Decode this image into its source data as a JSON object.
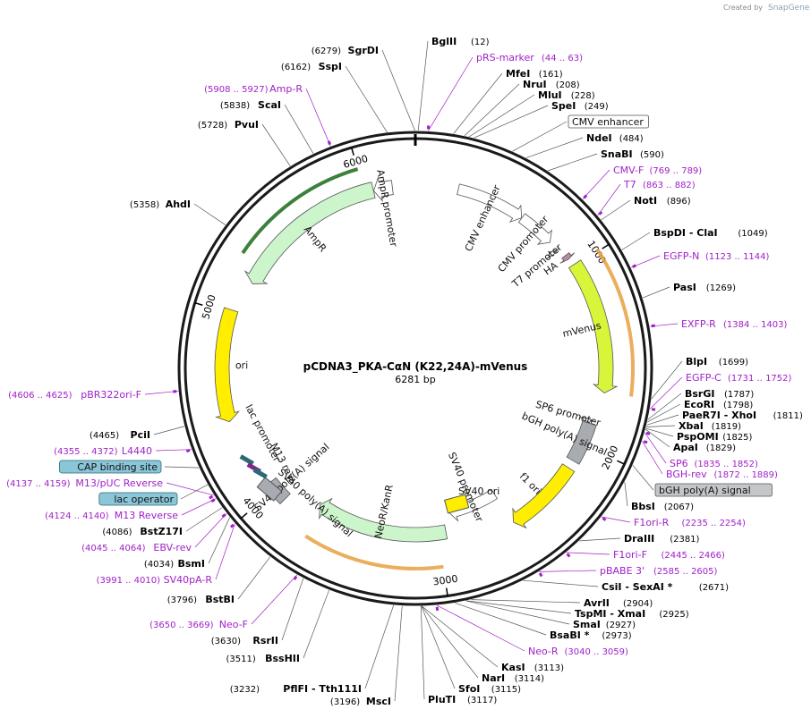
{
  "credit": {
    "prefix": "Created by",
    "brand": "SnapGene"
  },
  "plasmid": {
    "name": "pCDNA3_PKA-CαN (K22,24A)-mVenus",
    "length_label": "6281 bp",
    "length": 6281
  },
  "ticks": [
    {
      "label": "1000",
      "pos": 1000
    },
    {
      "label": "2000",
      "pos": 2000
    },
    {
      "label": "3000",
      "pos": 3000
    },
    {
      "label": "4000",
      "pos": 4000
    },
    {
      "label": "5000",
      "pos": 5000
    },
    {
      "label": "6000",
      "pos": 6000
    }
  ],
  "features": [
    {
      "name": "CMV enhancer",
      "start": 235,
      "end": 614,
      "dir": 1,
      "color": "#ffffff",
      "ring": "in"
    },
    {
      "name": "CMV promoter",
      "start": 615,
      "end": 818,
      "dir": 1,
      "color": "#ffffff",
      "ring": "in"
    },
    {
      "name": "T7 promoter",
      "start": 863,
      "end": 881,
      "dir": 1,
      "color": "#ffffff",
      "ring": "in"
    },
    {
      "name": "HA",
      "start": 925,
      "end": 951,
      "dir": 1,
      "color": "#b98aa8",
      "ring": "in"
    },
    {
      "name": "mVenus",
      "start": 990,
      "end": 1700,
      "dir": 1,
      "color": "#d8f53a",
      "ring": "in"
    },
    {
      "name": "SP6 promoter",
      "start": 1853,
      "end": 1870,
      "dir": -1,
      "color": "#ffffff",
      "ring": "in"
    },
    {
      "name": "bGH poly(A) signal",
      "start": 1876,
      "end": 2100,
      "dir": 0,
      "color": "#a8acb0",
      "ring": "in"
    },
    {
      "name": "f1 ori",
      "start": 2146,
      "end": 2574,
      "dir": 1,
      "color": "#ffee00",
      "ring": "in"
    },
    {
      "name": "SV40 promoter",
      "start": 2580,
      "end": 2909,
      "dir": 1,
      "color": "#ffffff",
      "ring": "in"
    },
    {
      "name": "NeoR/KanR",
      "start": 2956,
      "end": 3750,
      "dir": 1,
      "color": "#ccf5cc",
      "ring": "in"
    },
    {
      "name": "SV40 poly(A) signal",
      "start": 3924,
      "end": 4045,
      "dir": 0,
      "color": "#a8acb0",
      "ring": "in"
    },
    {
      "name": "ori",
      "start": 4431,
      "end": 5019,
      "dir": -1,
      "color": "#ffee00",
      "ring": "in"
    },
    {
      "name": "AmpR",
      "start": 5190,
      "end": 6050,
      "dir": -1,
      "color": "#ccf5cc",
      "ring": "in"
    },
    {
      "name": "AmpR promoter",
      "start": 6051,
      "end": 6155,
      "dir": -1,
      "color": "#ffffff",
      "ring": "in"
    },
    {
      "name": "SV40 ori",
      "start": 0,
      "end": 0,
      "dir": 0,
      "color": "#ffee00",
      "ring": "free"
    },
    {
      "name": "lac promoter",
      "start": 0,
      "end": 0,
      "dir": 0,
      "color": "#ffffff",
      "ring": "label"
    },
    {
      "name": "M13 rev",
      "start": 0,
      "end": 0,
      "dir": 0,
      "color": "#ffffff",
      "ring": "label"
    },
    {
      "name": "CAP binding site",
      "start": 0,
      "end": 0,
      "dir": 0,
      "color": "#8ac6d8",
      "ring": "badge"
    },
    {
      "name": "lac operator",
      "start": 0,
      "end": 0,
      "dir": 0,
      "color": "#8ac6d8",
      "ring": "badge"
    },
    {
      "name": "bGH poly(A) signal",
      "start": 0,
      "end": 0,
      "dir": 0,
      "color": "#a8acb0",
      "ring": "badge"
    }
  ],
  "outer_arcs": [
    {
      "name": "mVenus",
      "start": 990,
      "end": 1700,
      "color": "#e8a040",
      "dir": 1
    },
    {
      "name": "AmpR-outline",
      "start": 5300,
      "end": 6000,
      "color": "#1a6a1a",
      "dir": -1
    },
    {
      "name": "NeoR-outline",
      "start": 3000,
      "end": 3720,
      "color": "#e8a040",
      "dir": 1
    }
  ],
  "sites_right": [
    {
      "name": "BglII",
      "pos": "(12)",
      "kind": "enzyme",
      "at": 12
    },
    {
      "name": "pRS-marker",
      "pos": "(44 .. 63)",
      "kind": "primer",
      "at": 54
    },
    {
      "name": "MfeI",
      "pos": "(161)",
      "kind": "enzyme",
      "at": 161
    },
    {
      "name": "NruI",
      "pos": "(208)",
      "kind": "enzyme",
      "at": 208
    },
    {
      "name": "MluI",
      "pos": "(228)",
      "kind": "enzyme",
      "at": 228
    },
    {
      "name": "SpeI",
      "pos": "(249)",
      "kind": "enzyme",
      "at": 249
    },
    {
      "name": "CMV enhancer",
      "pos": "",
      "kind": "box",
      "at": 420
    },
    {
      "name": "NdeI",
      "pos": "(484)",
      "kind": "enzyme",
      "at": 484
    },
    {
      "name": "SnaBI",
      "pos": "(590)",
      "kind": "enzyme",
      "at": 590
    },
    {
      "name": "CMV-F",
      "pos": "(769 .. 789)",
      "kind": "primer",
      "at": 779
    },
    {
      "name": "T7",
      "pos": "(863 .. 882)",
      "kind": "primer",
      "at": 872
    },
    {
      "name": "NotI",
      "pos": "(896)",
      "kind": "enzyme",
      "at": 896
    },
    {
      "name": "BspDI - ClaI",
      "pos": "(1049)",
      "kind": "enzyme",
      "at": 1049
    },
    {
      "name": "EGFP-N",
      "pos": "(1123 .. 1144)",
      "kind": "primer",
      "at": 1133
    },
    {
      "name": "PasI",
      "pos": "(1269)",
      "kind": "enzyme",
      "at": 1269
    },
    {
      "name": "EXFP-R",
      "pos": "(1384 .. 1403)",
      "kind": "primer",
      "at": 1393
    },
    {
      "name": "BlpI",
      "pos": "(1699)",
      "kind": "enzyme",
      "at": 1699
    },
    {
      "name": "EGFP-C",
      "pos": "(1731 .. 1752)",
      "kind": "primer",
      "at": 1741
    },
    {
      "name": "BsrGI",
      "pos": "(1787)",
      "kind": "enzyme",
      "at": 1787
    },
    {
      "name": "EcoRI",
      "pos": "(1798)",
      "kind": "enzyme",
      "at": 1798
    },
    {
      "name": "PaeR7I - XhoI",
      "pos": "(1811)",
      "kind": "enzyme",
      "at": 1811
    },
    {
      "name": "XbaI",
      "pos": "(1819)",
      "kind": "enzyme",
      "at": 1819
    },
    {
      "name": "PspOMI",
      "pos": "(1825)",
      "kind": "enzyme",
      "at": 1825
    },
    {
      "name": "ApaI",
      "pos": "(1829)",
      "kind": "enzyme",
      "at": 1829
    },
    {
      "name": "SP6",
      "pos": "(1835 .. 1852)",
      "kind": "primer",
      "at": 1843
    },
    {
      "name": "BGH-rev",
      "pos": "(1872 .. 1889)",
      "kind": "primer",
      "at": 1880
    },
    {
      "name": "bGH poly(A) signal",
      "pos": "",
      "kind": "graybox",
      "at": 1990
    },
    {
      "name": "BbsI",
      "pos": "(2067)",
      "kind": "enzyme",
      "at": 2067
    },
    {
      "name": "F1ori-R",
      "pos": "(2235 .. 2254)",
      "kind": "primer",
      "at": 2244
    },
    {
      "name": "DraIII",
      "pos": "(2381)",
      "kind": "enzyme",
      "at": 2381
    },
    {
      "name": "F1ori-F",
      "pos": "(2445 .. 2466)",
      "kind": "primer",
      "at": 2455
    },
    {
      "name": "pBABE 3'",
      "pos": "(2585 .. 2605)",
      "kind": "primer",
      "at": 2595
    },
    {
      "name": "CsiI - SexAI *",
      "pos": "(2671)",
      "kind": "enzyme",
      "at": 2671
    },
    {
      "name": "AvrII",
      "pos": "(2904)",
      "kind": "enzyme",
      "at": 2904
    },
    {
      "name": "TspMI - XmaI",
      "pos": "(2925)",
      "kind": "enzyme",
      "at": 2925
    },
    {
      "name": "SmaI",
      "pos": "(2927)",
      "kind": "enzyme",
      "at": 2927
    },
    {
      "name": "BsaBI *",
      "pos": "(2973)",
      "kind": "enzyme",
      "at": 2973
    },
    {
      "name": "Neo-R",
      "pos": "(3040 .. 3059)",
      "kind": "primer",
      "at": 3050
    },
    {
      "name": "KasI",
      "pos": "(3113)",
      "kind": "enzyme",
      "at": 3113
    },
    {
      "name": "NarI",
      "pos": "(3114)",
      "kind": "enzyme",
      "at": 3114
    },
    {
      "name": "SfoI",
      "pos": "(3115)",
      "kind": "enzyme",
      "at": 3115
    },
    {
      "name": "PluTI",
      "pos": "(3117)",
      "kind": "enzyme",
      "at": 3117
    }
  ],
  "sites_left": [
    {
      "name": "SgrDI",
      "pos": "(6279)",
      "kind": "enzyme",
      "at": 6279
    },
    {
      "name": "SspI",
      "pos": "(6162)",
      "kind": "enzyme",
      "at": 6162
    },
    {
      "name": "Amp-R",
      "pos": "(5908 .. 5927)",
      "kind": "primer",
      "at": 5917
    },
    {
      "name": "ScaI",
      "pos": "(5838)",
      "kind": "enzyme",
      "at": 5838
    },
    {
      "name": "PvuI",
      "pos": "(5728)",
      "kind": "enzyme",
      "at": 5728
    },
    {
      "name": "AhdI",
      "pos": "(5358)",
      "kind": "enzyme",
      "at": 5358
    },
    {
      "name": "pBR322ori-F",
      "pos": "(4606 .. 4625)",
      "kind": "primer",
      "at": 4615
    },
    {
      "name": "PciI",
      "pos": "(4465)",
      "kind": "enzyme",
      "at": 4465
    },
    {
      "name": "L4440",
      "pos": "(4355 .. 4372)",
      "kind": "primer",
      "at": 4363
    },
    {
      "name": "CAP binding site",
      "pos": "",
      "kind": "bluebox",
      "at": 4280
    },
    {
      "name": "M13/pUC Reverse",
      "pos": "(4137 .. 4159)",
      "kind": "primer",
      "at": 4148
    },
    {
      "name": "lac operator",
      "pos": "",
      "kind": "bluebox",
      "at": 4200
    },
    {
      "name": "M13 Reverse",
      "pos": "(4124 .. 4140)",
      "kind": "primer",
      "at": 4132
    },
    {
      "name": "BstZ17I",
      "pos": "(4086)",
      "kind": "enzyme",
      "at": 4086
    },
    {
      "name": "EBV-rev",
      "pos": "(4045 .. 4064)",
      "kind": "primer",
      "at": 4055
    },
    {
      "name": "BsmI",
      "pos": "(4034)",
      "kind": "enzyme",
      "at": 4034
    },
    {
      "name": "SV40pA-R",
      "pos": "(3991 .. 4010)",
      "kind": "primer",
      "at": 4000
    },
    {
      "name": "BstBI",
      "pos": "(3796)",
      "kind": "enzyme",
      "at": 3796
    },
    {
      "name": "Neo-F",
      "pos": "(3650 .. 3669)",
      "kind": "primer",
      "at": 3660
    },
    {
      "name": "RsrII",
      "pos": "(3630)",
      "kind": "enzyme",
      "at": 3630
    },
    {
      "name": "BssHII",
      "pos": "(3511)",
      "kind": "enzyme",
      "at": 3511
    },
    {
      "name": "PflFI - Tth111I",
      "pos": "(3232)",
      "kind": "enzyme",
      "at": 3232
    },
    {
      "name": "MscI",
      "pos": "(3196)",
      "kind": "enzyme",
      "at": 3196
    }
  ]
}
